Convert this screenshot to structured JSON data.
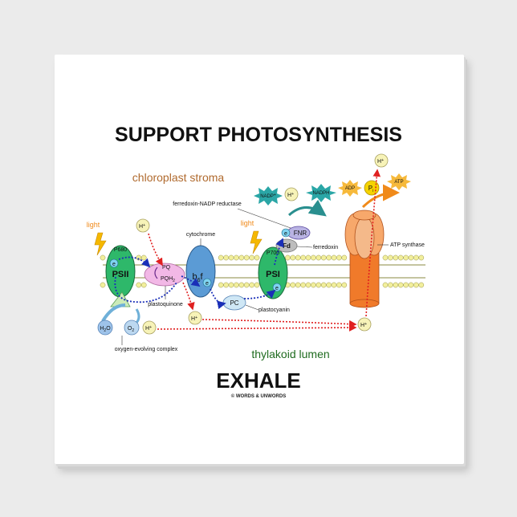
{
  "title": "SUPPORT PHOTOSYNTHESIS",
  "footer": "EXHALE",
  "copyright": "© WORDS & UNWORDS",
  "regions": {
    "stroma": "chloroplast stroma",
    "lumen": "thylakoid lumen"
  },
  "labels": {
    "light_left": "light",
    "light_right": "light",
    "p680": "P680",
    "psii": "PSII",
    "pq": "PQ",
    "pqh2": "PQH",
    "pqh2_sub": "2",
    "plastoquinone": "plastoquinone",
    "cytochrome": "cytochrome",
    "b6f_b": "b",
    "b6f_sub": "6",
    "b6f_f": "f",
    "p700": "P700",
    "psi": "PSI",
    "pc": "PC",
    "plastocyanin": "plastocyanin",
    "fnr": "FNR",
    "fd": "Fd",
    "ferredoxin": "ferredoxin",
    "fnr_full": "ferredoxin-NADP reductase",
    "nadp": "NADP",
    "nadp_sup": "+",
    "nadph": "NADPH",
    "adp": "ADP",
    "pi": "P",
    "pi_sub": "i",
    "atp": "ATP",
    "atp_synthase": "ATP synthase",
    "h2o": "H",
    "h2o_sub": "2",
    "h2o_o": "O",
    "o2": "O",
    "o2_sub": "2",
    "oec": "oxygen-evolving complex",
    "e": "e",
    "e_sup": "-",
    "h": "H",
    "h_sup": "+"
  },
  "colors": {
    "psii": "#2eb86a",
    "psi": "#2eb86a",
    "cytochrome": "#5b9bd5",
    "pq": "#f2b8e6",
    "pc": "#cfe7f5",
    "fnr": "#b9b3e3",
    "fd": "#bdbdbd",
    "atp_synthase": "#f7a86b",
    "atp_stalk": "#f07a2a",
    "membrane_head": "#f2ef9c",
    "stroma_text": "#b06a2e",
    "lumen_text": "#1f6b1f",
    "nadp_star": "#2aa6a6",
    "arrow_red": "#e02020",
    "arrow_blue": "#1a2fb8",
    "light": "#f5b800"
  }
}
